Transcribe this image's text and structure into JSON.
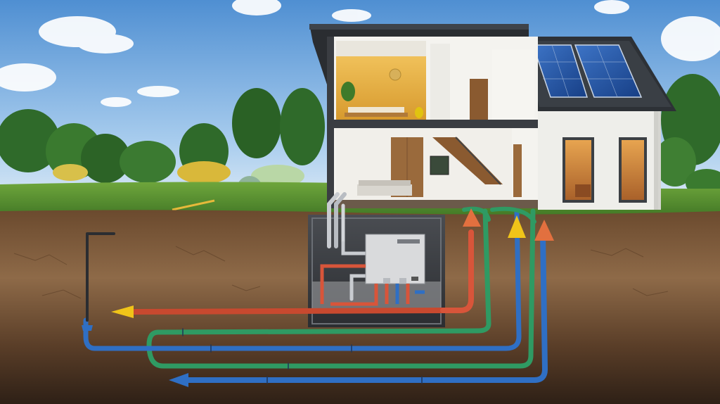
{
  "scene": {
    "kind": "cutaway-illustration",
    "subject": "house-with-geothermal-heat-pump",
    "colors": {
      "sky_top": "#5f9ad6",
      "sky_bottom": "#cfe3f3",
      "grass": "#4f8a2e",
      "soil_top": "#8a6442",
      "soil_bottom": "#3a281b",
      "wall": "#f1f0ec",
      "roof": "#2d3136",
      "accent_room": "#e3a93a",
      "pipe_red": "#d8553a",
      "pipe_blue": "#2f6fc4",
      "pipe_green": "#2f9a63",
      "pipe_yellow": "#f0c419",
      "solar": "#1f4f9a",
      "unit": "#d9dadc"
    },
    "icons": [
      "sun-glare",
      "solar-panel-icon",
      "heat-pump-unit-icon",
      "pipe-arrow-icon"
    ]
  },
  "unit": {
    "label": ""
  }
}
